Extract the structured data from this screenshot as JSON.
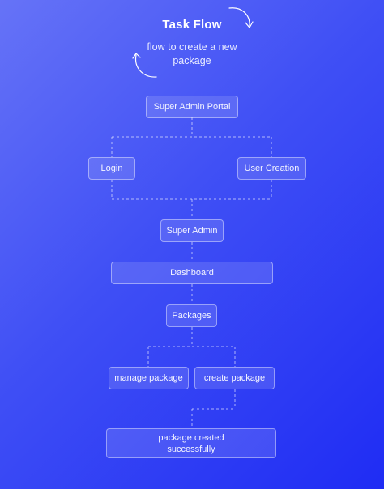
{
  "header": {
    "title": "Task Flow",
    "subtitle": "flow to create a new package"
  },
  "nodes": {
    "super_admin_portal": "Super Admin Portal",
    "login": "Login",
    "user_creation": "User Creation",
    "super_admin": "Super Admin",
    "dashboard": "Dashboard",
    "packages": "Packages",
    "manage_package": "manage package",
    "create_package": "create package",
    "package_created": "package created successfully"
  }
}
